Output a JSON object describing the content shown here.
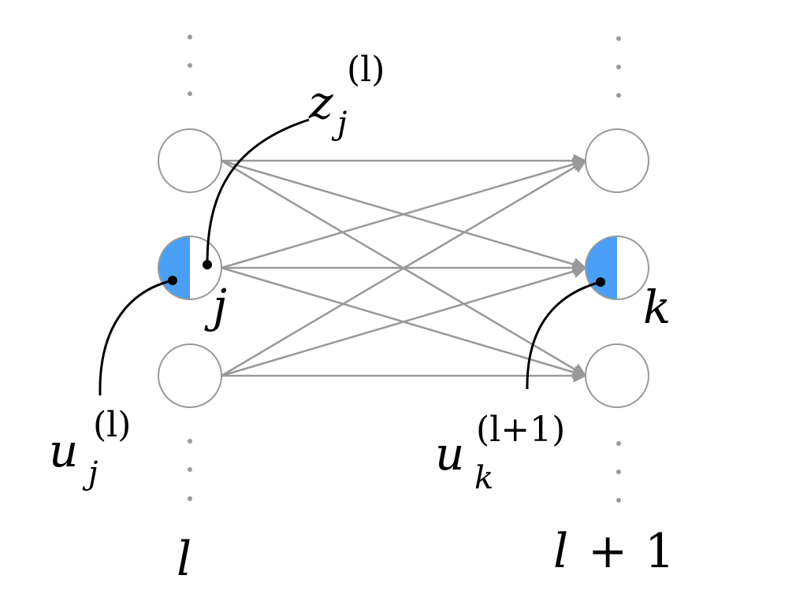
{
  "diagram": {
    "type": "neural-network-layer-connections",
    "colors": {
      "edge": "#999999",
      "node_stroke": "#999999",
      "node_fill": "#ffffff",
      "highlight_fill": "#4a9ff5",
      "annotation": "#000000",
      "ellipsis_dot": "#999999"
    },
    "layers": [
      {
        "id": "l",
        "label": "l",
        "nodes": [
          {
            "id": "l-top",
            "highlighted": false
          },
          {
            "id": "l-j",
            "highlighted": true,
            "label": "j"
          },
          {
            "id": "l-bottom",
            "highlighted": false
          }
        ]
      },
      {
        "id": "l+1",
        "label": "l + 1",
        "nodes": [
          {
            "id": "r-top",
            "highlighted": false
          },
          {
            "id": "r-k",
            "highlighted": true,
            "label": "k"
          },
          {
            "id": "r-bottom",
            "highlighted": false
          }
        ]
      }
    ],
    "edges": [
      {
        "from": 0,
        "to": 0
      },
      {
        "from": 0,
        "to": 1
      },
      {
        "from": 0,
        "to": 2
      },
      {
        "from": 1,
        "to": 0
      },
      {
        "from": 1,
        "to": 1
      },
      {
        "from": 1,
        "to": 2
      },
      {
        "from": 2,
        "to": 0
      },
      {
        "from": 2,
        "to": 1
      },
      {
        "from": 2,
        "to": 2
      }
    ],
    "annotations": {
      "z_j_l": {
        "base": "z",
        "sub": "j",
        "sup": "(l)",
        "target": "right half of node j (output)"
      },
      "u_j_l": {
        "base": "u",
        "sub": "j",
        "sup": "(l)",
        "target": "left half of node j (input)"
      },
      "u_k_l1": {
        "base": "u",
        "sub": "k",
        "sup": "(l+1)",
        "target": "left half of node k (input)"
      }
    },
    "node_labels": {
      "j": "j",
      "k": "k"
    },
    "layer_labels": {
      "left": "l",
      "right_l": "l",
      "right_plus": "+",
      "right_one": "1"
    }
  }
}
